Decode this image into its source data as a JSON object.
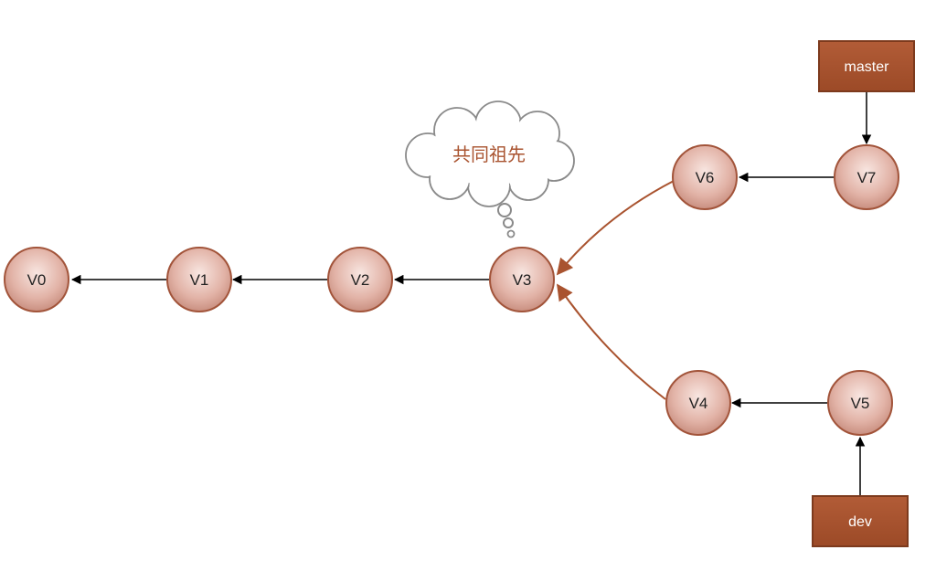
{
  "colors": {
    "node_fill_light": "#f6e1dc",
    "node_fill_dark": "#c98f80",
    "node_stroke": "#a2543a",
    "branch_fill": "#a9532f",
    "branch_stroke": "#7d3a1d",
    "edge_black": "#000000",
    "merge_edge": "#a9532f",
    "cloud_text": "#a9532f"
  },
  "nodes": {
    "v0": "V0",
    "v1": "V1",
    "v2": "V2",
    "v3": "V3",
    "v4": "V4",
    "v5": "V5",
    "v6": "V6",
    "v7": "V7"
  },
  "branches": {
    "master": "master",
    "dev": "dev"
  },
  "callout": {
    "text": "共同祖先"
  }
}
